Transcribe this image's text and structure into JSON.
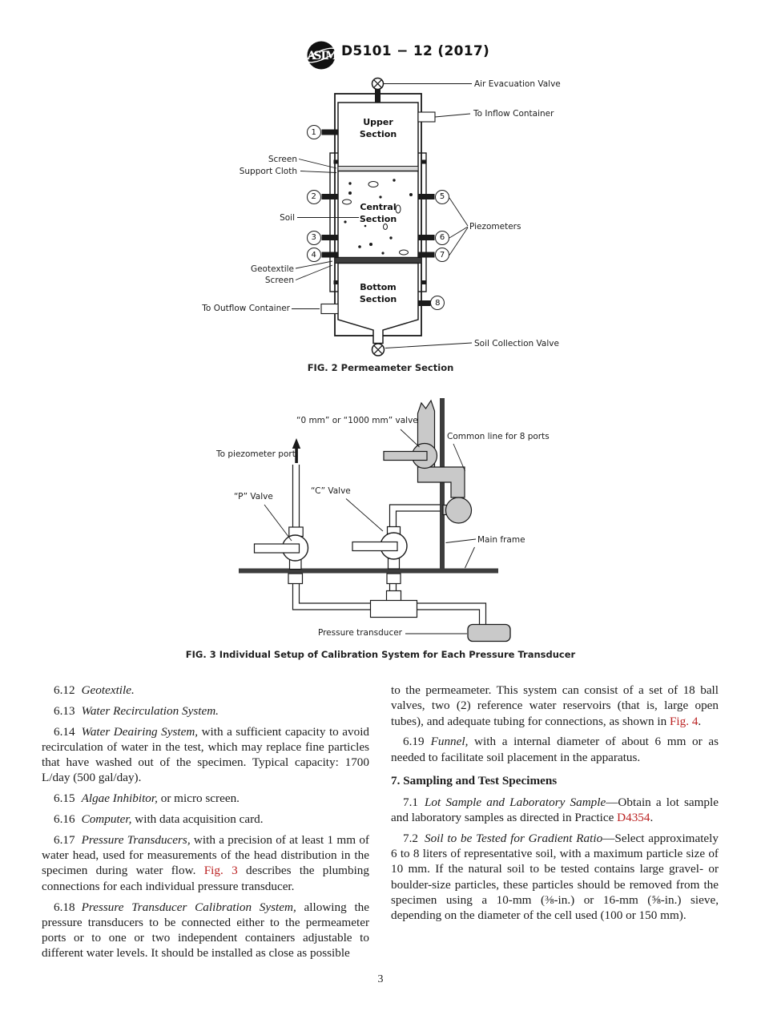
{
  "header": {
    "title": "D5101 − 12 (2017)",
    "logo_text": "ASTM"
  },
  "colors": {
    "link_red": "#bb2222",
    "diagram_gray": "#c9c9c9",
    "frame_dark": "#3d3d3d"
  },
  "fig2": {
    "caption": "FIG. 2 Permeameter Section",
    "sections": {
      "upper": "Upper\nSection",
      "central": "Central\nSection",
      "bottom": "Bottom\nSection"
    },
    "labels": {
      "air_valve": "Air Evacuation Valve",
      "inflow": "To Inflow Container",
      "screen_top": "Screen",
      "support_cloth": "Support Cloth",
      "soil": "Soil",
      "piezometers": "Piezometers",
      "geotextile": "Geotextile",
      "screen_bottom": "Screen",
      "outflow": "To Outflow Container",
      "soil_valve": "Soil Collection Valve"
    },
    "ports": {
      "p1": "1",
      "p2": "2",
      "p3": "3",
      "p4": "4",
      "p5": "5",
      "p6": "6",
      "p7": "7",
      "p8": "8"
    }
  },
  "fig3": {
    "caption": "FIG. 3  Individual Setup of Calibration System for Each Pressure Transducer",
    "labels": {
      "zero_valve": "“0 mm” or “1000 mm” valve",
      "common_line": "Common line for 8 ports",
      "piezometer_port": "To piezometer port",
      "p_valve": "“P” Valve",
      "c_valve": "“C” Valve",
      "main_frame": "Main frame",
      "transducer": "Pressure transducer"
    }
  },
  "body": {
    "left": {
      "p612": {
        "num": "6.12",
        "italic": "Geotextile."
      },
      "p613": {
        "num": "6.13",
        "italic": "Water Recirculation System."
      },
      "p614": {
        "num": "6.14",
        "italic": "Water Deairing System,",
        "text": " with a sufficient capacity to avoid recirculation of water in the test, which may replace fine particles that have washed out of the specimen. Typical capacity: 1700 L/day (500 gal/day)."
      },
      "p615": {
        "num": "6.15",
        "italic": "Algae Inhibitor,",
        "text": " or micro screen."
      },
      "p616": {
        "num": "6.16",
        "italic": "Computer,",
        "text": " with data acquisition card."
      },
      "p617": {
        "num": "6.17",
        "italic": "Pressure Transducers,",
        "text1": " with a precision of at least 1 mm of water head, used for measurements of the head distribution in the specimen during water flow. ",
        "link": "Fig. 3",
        "text2": " describes the plumbing connections for each individual pressure transducer."
      },
      "p618": {
        "num": "6.18",
        "italic": "Pressure Transducer Calibration System,",
        "text": " allowing the pressure transducers to be connected either to the permeameter ports or to one or two independent containers adjustable to different water levels. It should be installed as close as possible"
      }
    },
    "right": {
      "p618cont": {
        "text1": "to the permeameter. This system can consist of a set of 18 ball valves, two (2) reference water reservoirs (that is, large open tubes), and adequate tubing for connections, as shown in ",
        "link": "Fig. 4",
        "text2": "."
      },
      "p619": {
        "num": "6.19",
        "italic": "Funnel,",
        "text": " with a internal diameter of about 6 mm or as needed to facilitate soil placement in the apparatus."
      },
      "h7": "7.  Sampling and Test Specimens",
      "p71": {
        "num": "7.1",
        "italic": "Lot Sample and Laboratory Sample",
        "text1": "—Obtain a lot sample and laboratory samples as directed in Practice ",
        "link": "D4354",
        "text2": "."
      },
      "p72": {
        "num": "7.2",
        "italic": "Soil to be Tested for Gradient Ratio",
        "text": "—Select approximately 6 to 8 liters of representative soil, with a maximum particle size of 10 mm. If the natural soil to be tested contains large gravel- or boulder-size particles, these particles should be removed from the specimen using a 10-mm (⅜-in.) or 16-mm (⅝-in.) sieve, depending on the diameter of the cell used (100 or 150 mm)."
      }
    }
  },
  "footer": {
    "page_number": "3"
  }
}
